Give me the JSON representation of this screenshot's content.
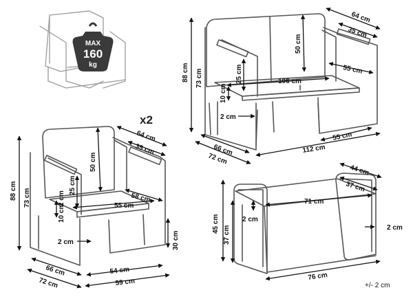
{
  "weight_badge": {
    "line1": "MAX",
    "line2": "160",
    "line3": "kg"
  },
  "quantity": "x2",
  "tolerance": "+/- 2 cm",
  "loveseat": {
    "depth_top": "64 cm",
    "seat_depth": "35 cm",
    "back_height": "50 cm",
    "total_height": "88 cm",
    "seat_height": "73 cm",
    "arm_height": "25 cm",
    "armrest_len": "55 cm",
    "seat_width": "106 cm",
    "leg_gap": "10 cm",
    "frame_tube": "2 cm",
    "base_len": "55 cm",
    "depth_a": "66 cm",
    "depth_b": "72 cm",
    "width_total": "112 cm"
  },
  "armchair": {
    "depth_top": "64 cm",
    "seat_depth": "35 cm",
    "back_height": "50 cm",
    "total_height": "88 cm",
    "seat_height": "73 cm",
    "arm_height": "25 cm",
    "armrest_len": "58 cm",
    "seat_width": "55 cm",
    "leg_gap": "10 cm",
    "frame_tube": "2 cm",
    "front_height": "30 cm",
    "depth_a": "66 cm",
    "base_width": "54 cm",
    "depth_b": "72 cm",
    "width_total": "59 cm"
  },
  "table": {
    "depth_outer": "44 cm",
    "depth_inner": "37 cm",
    "top_width": "71 cm",
    "height_total": "45 cm",
    "height_inner": "37 cm",
    "tube_side": "2 cm",
    "tube_inner": "2 cm",
    "length": "76 cm"
  }
}
